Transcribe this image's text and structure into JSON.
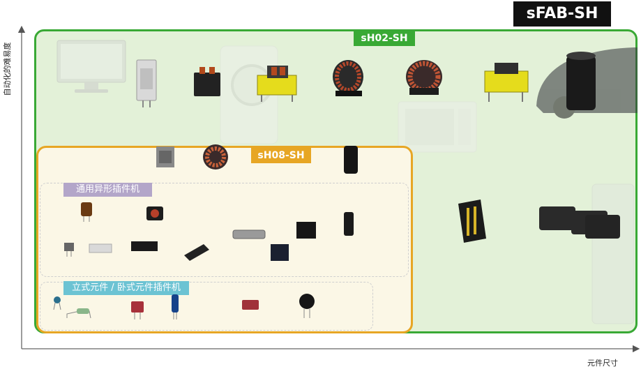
{
  "axes": {
    "y_label": "自动化的难易度",
    "x_label": "元件尺寸"
  },
  "product_badge": "sFAB-SH",
  "regions": {
    "outer": {
      "tag": "sH02-SH",
      "color": "#39a935"
    },
    "inner": {
      "tag": "sH08-SH",
      "color": "#e7a624"
    }
  },
  "groups": {
    "odd_form": {
      "label": "通用异形插件机",
      "color": "#b3a6c9"
    },
    "radial_axial": {
      "label": "立式元件 / 卧式元件插件机",
      "color": "#6cc3d3"
    }
  },
  "components": {
    "outer": [
      "monitor",
      "film-capacitor",
      "relay",
      "washing-machine",
      "transformer",
      "toroid-choke",
      "common-mode-choke",
      "microwave",
      "transformer-large",
      "car",
      "electrolytic-capacitor-large"
    ],
    "inner_top": [
      "transformer-small",
      "toroid-choke-small",
      "electrolytic-capacitor"
    ],
    "odd_form": [
      "inductor",
      "common-mode-choke-small",
      "pin-header",
      "dip-switch",
      "box-header",
      "ic-dip",
      "d-sub-connector",
      "relay-small",
      "relay-black",
      "electrolytic-capacitor-small"
    ],
    "radial_axial": [
      "ceramic-capacitor",
      "axial-resistor",
      "film-capacitor-red",
      "electrolytic-capacitor-blue",
      "film-capacitor-box",
      "varistor"
    ],
    "right_side": [
      "terminal-connector",
      "power-connector",
      "appliance-bg"
    ]
  }
}
